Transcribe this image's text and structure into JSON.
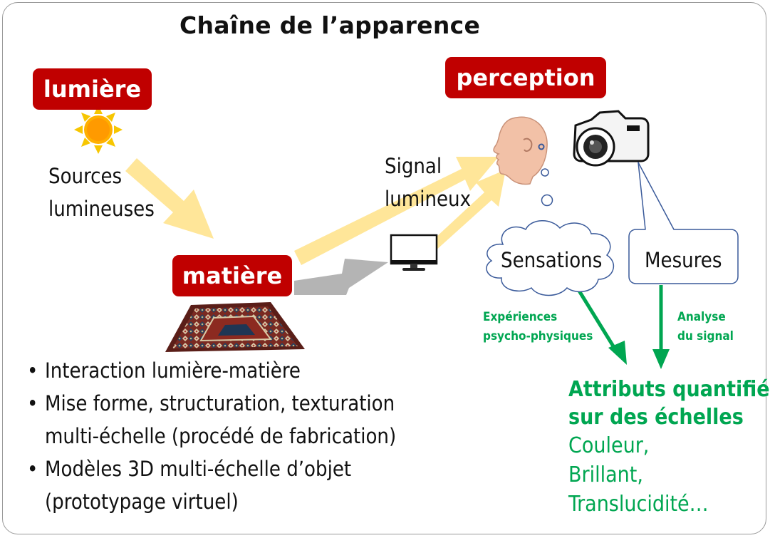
{
  "title": "Chaîne de l’apparence",
  "boxes": {
    "lumiere": "lumière",
    "matiere": "matière",
    "perception": "perception"
  },
  "labels": {
    "sources": [
      "Sources",
      "lumineuses"
    ],
    "signal": [
      "Signal",
      "lumineux"
    ],
    "sensations": "Sensations",
    "mesures": "Mesures"
  },
  "green_notes": {
    "experiences": [
      "Expériences",
      "psycho-physiques"
    ],
    "analyse": [
      "Analyse",
      "du signal"
    ]
  },
  "attributes": {
    "heading": [
      "Attributs quantifiés",
      "sur des échelles"
    ],
    "values": [
      "Couleur,",
      "Brillant,",
      "Translucidité…"
    ]
  },
  "bullets": [
    [
      "Interaction lumière-matière"
    ],
    [
      "Mise forme, structuration, texturation",
      "multi-échelle (procédé de fabrication)"
    ],
    [
      "Modèles 3D multi-échelle d’objet",
      "(prototypage virtuel)"
    ]
  ],
  "icons": [
    "sun-icon",
    "carpet-icon",
    "monitor-icon",
    "head-icon",
    "camera-icon"
  ],
  "colors": {
    "box_red": "#c00000",
    "arrow_yellow": "#ffe699",
    "arrow_gray": "#b4b4b4",
    "green": "#00a651"
  }
}
